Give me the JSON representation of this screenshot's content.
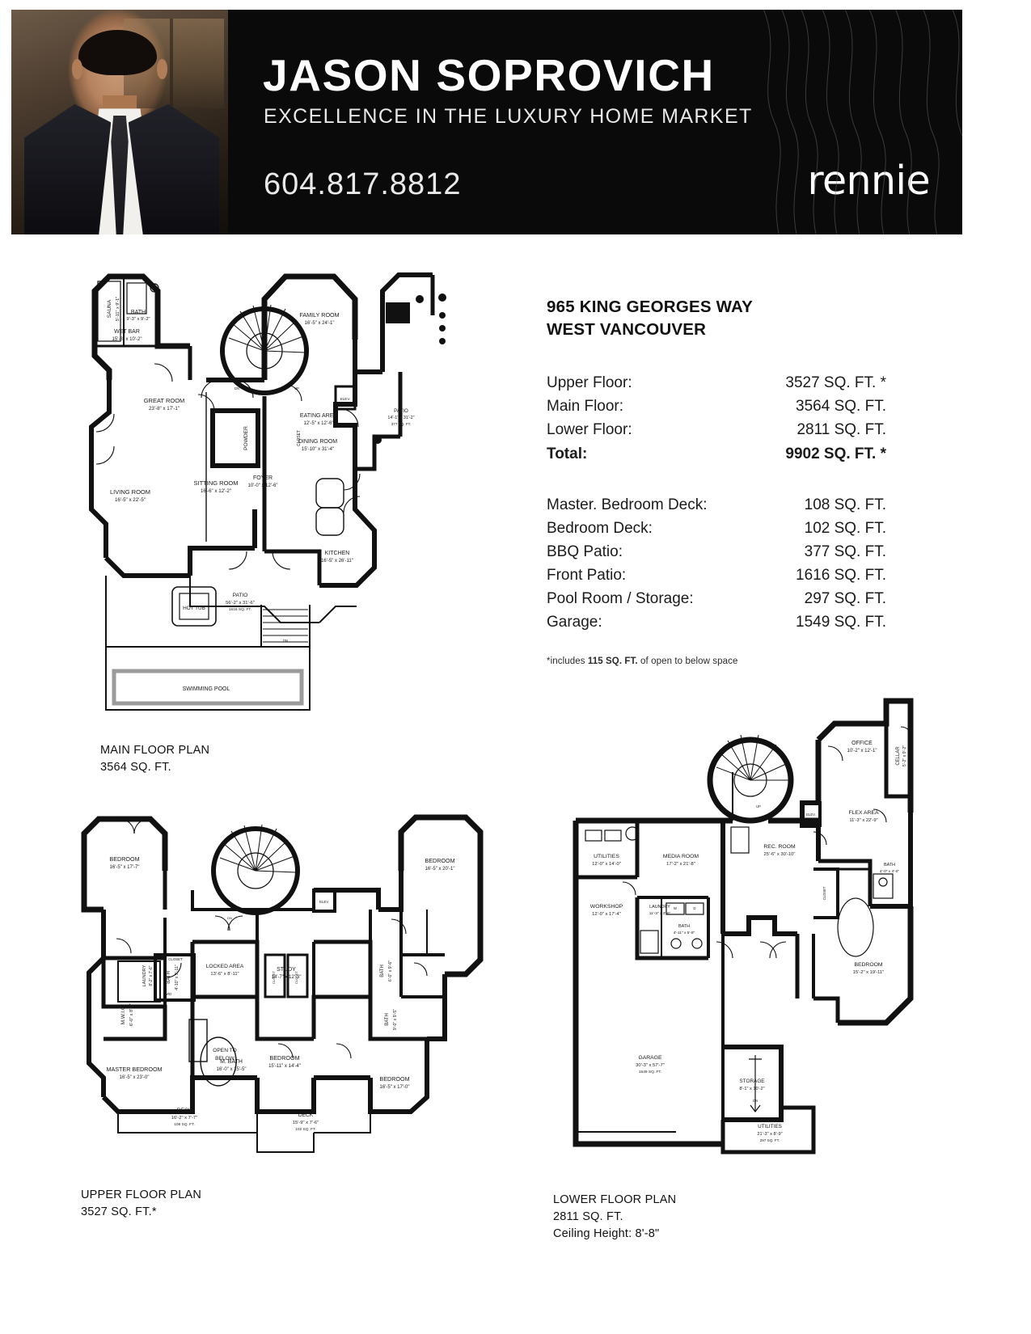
{
  "header": {
    "agent_name": "JASON SOPROVICH",
    "tagline": "EXCELLENCE IN THE LUXURY HOME MARKET",
    "phone": "604.817.8812",
    "brokerage": "rennie"
  },
  "property": {
    "address_line1": "965 KING GEORGES WAY",
    "address_line2": "WEST VANCOUVER",
    "areas": [
      {
        "label": "Upper Floor:",
        "value": "3527 SQ. FT. *"
      },
      {
        "label": "Main Floor:",
        "value": "3564 SQ. FT."
      },
      {
        "label": "Lower Floor:",
        "value": "2811 SQ. FT."
      },
      {
        "label": "Total:",
        "value": "9902 SQ. FT. *"
      }
    ],
    "extras": [
      {
        "label": "Master. Bedroom Deck:",
        "value": "108 SQ. FT."
      },
      {
        "label": "Bedroom Deck:",
        "value": "102 SQ. FT."
      },
      {
        "label": "BBQ Patio:",
        "value": "377 SQ. FT."
      },
      {
        "label": "Front Patio:",
        "value": "1616 SQ. FT."
      },
      {
        "label": "Pool Room / Storage:",
        "value": "297 SQ. FT."
      },
      {
        "label": "Garage:",
        "value": "1549 SQ. FT."
      }
    ],
    "footnote_pre": "*includes ",
    "footnote_bold": "115 SQ. FT.",
    "footnote_post": " of open to below space"
  },
  "plans": {
    "main": {
      "caption_title": "MAIN FLOOR PLAN",
      "caption_area": "3564 SQ. FT.",
      "rooms": [
        {
          "name": "SAUNA",
          "dim": "5'-11\" x 9'-1\""
        },
        {
          "name": "BATH",
          "dim": "9'-3\" x 9'-2\""
        },
        {
          "name": "WET BAR",
          "dim": "15'-8\" x 10'-2\""
        },
        {
          "name": "GREAT ROOM",
          "dim": "23'-8\" x 17'-1\""
        },
        {
          "name": "LIVING ROOM",
          "dim": "16'-5\" x 22'-5\""
        },
        {
          "name": "SITTING ROOM",
          "dim": "16'-6\" x 12'-2\""
        },
        {
          "name": "FOYER",
          "dim": "10'-0\" x 12'-6\""
        },
        {
          "name": "POWDER",
          "dim": ""
        },
        {
          "name": "CLOSET",
          "dim": ""
        },
        {
          "name": "DINING ROOM",
          "dim": "15'-10\" x 31'-4\""
        },
        {
          "name": "FAMILY ROOM",
          "dim": "16'-5\" x 24'-1\""
        },
        {
          "name": "EATING AREA",
          "dim": "12'-5\" x 12'-6\""
        },
        {
          "name": "KITCHEN",
          "dim": "16'-5\" x 26'-11\""
        },
        {
          "name": "ELEV.",
          "dim": ""
        },
        {
          "name": "PATIO",
          "dim": "14'-1\" x 31'-2\"",
          "area": "377 SQ. FT."
        },
        {
          "name": "PATIO",
          "dim": "56'-2\" x 31'-6\"",
          "area": "1616 SQ. FT."
        },
        {
          "name": "HOT TUB",
          "dim": ""
        },
        {
          "name": "SWIMMING POOL",
          "dim": ""
        }
      ]
    },
    "upper": {
      "caption_title": "UPPER FLOOR PLAN",
      "caption_area": "3527 SQ. FT.*",
      "rooms": [
        {
          "name": "BEDROOM",
          "dim": "16'-5\" x 17'-7\""
        },
        {
          "name": "BEDROOM",
          "dim": "16'-5\" x 20'-1\""
        },
        {
          "name": "BEDROOM",
          "dim": "15'-11\" x 14'-4\""
        },
        {
          "name": "BEDROOM",
          "dim": "16'-5\" x 17'-0\""
        },
        {
          "name": "MASTER BEDROOM",
          "dim": "16'-5\" x 23'-0\""
        },
        {
          "name": "M. BATH",
          "dim": "16'-0\" x 15'-5\""
        },
        {
          "name": "M.W.I.C.",
          "dim": "6'-0\" x 8'-0\""
        },
        {
          "name": "LAUNDRY",
          "dim": "8'-2\" x 7'-6\""
        },
        {
          "name": "LOCKED AREA",
          "dim": "13'-6\" x 8'-11\""
        },
        {
          "name": "STUDY",
          "dim": "14'-7\" x 12'-3\""
        },
        {
          "name": "BATH",
          "dim": "4'-10\" x 9'-11\""
        },
        {
          "name": "BATH",
          "dim": "6'-0\" x 9'-6\""
        },
        {
          "name": "BATH",
          "dim": "9'-0\" x 9'-5\""
        },
        {
          "name": "OPEN TO BELOW",
          "dim": ""
        },
        {
          "name": "CLOSET",
          "dim": ""
        },
        {
          "name": "W/D",
          "dim": ""
        },
        {
          "name": "ELEV.",
          "dim": ""
        },
        {
          "name": "DECK",
          "dim": "16'-2\" x 7'-7\"",
          "area": "108 SQ. FT."
        },
        {
          "name": "DECK",
          "dim": "15'-9\" x 7'-6\"",
          "area": "102 SQ. FT."
        }
      ]
    },
    "lower": {
      "caption_title": "LOWER FLOOR PLAN",
      "caption_area": "2811 SQ. FT.",
      "caption_ceiling": "Ceiling Height: 8'-8\"",
      "rooms": [
        {
          "name": "OFFICE",
          "dim": "10'-2\" x 12'-1\""
        },
        {
          "name": "CELLAR",
          "dim": "5'-2\" x 9'-2\""
        },
        {
          "name": "FLEX AREA",
          "dim": "11'-3\" x 22'-9\""
        },
        {
          "name": "UTILITIES",
          "dim": "12'-0\" x 14'-0\""
        },
        {
          "name": "MEDIA ROOM",
          "dim": "17'-2\" x 21'-8\""
        },
        {
          "name": "REC. ROOM",
          "dim": "25'-6\" x 30'-10\""
        },
        {
          "name": "WORKSHOP",
          "dim": "12'-0\" x 17'-4\""
        },
        {
          "name": "LAUNDRY",
          "dim": "11'-3\" x 3'-6\""
        },
        {
          "name": "BATH",
          "dim": "4'-11\" x 5'-8\""
        },
        {
          "name": "BATH",
          "dim": "4'-0\" x 4'-0\""
        },
        {
          "name": "BEDROOM",
          "dim": "15'-2\" x 19'-11\""
        },
        {
          "name": "GARAGE",
          "dim": "30'-3\" x 57'-7\"",
          "area": "1549 SQ. FT."
        },
        {
          "name": "STORAGE",
          "dim": "8'-1\" x 10'-2\""
        },
        {
          "name": "UTILITIES",
          "dim": "21'-3\" x 8'-9\"",
          "area": "297 SQ. FT."
        },
        {
          "name": "ELEV.",
          "dim": ""
        },
        {
          "name": "CLOSET",
          "dim": ""
        },
        {
          "name": "W",
          "dim": ""
        },
        {
          "name": "D",
          "dim": ""
        },
        {
          "name": "DN",
          "dim": ""
        }
      ]
    }
  },
  "colors": {
    "ink": "#0a0a0a",
    "paper": "#ffffff",
    "wall": "#111111"
  }
}
